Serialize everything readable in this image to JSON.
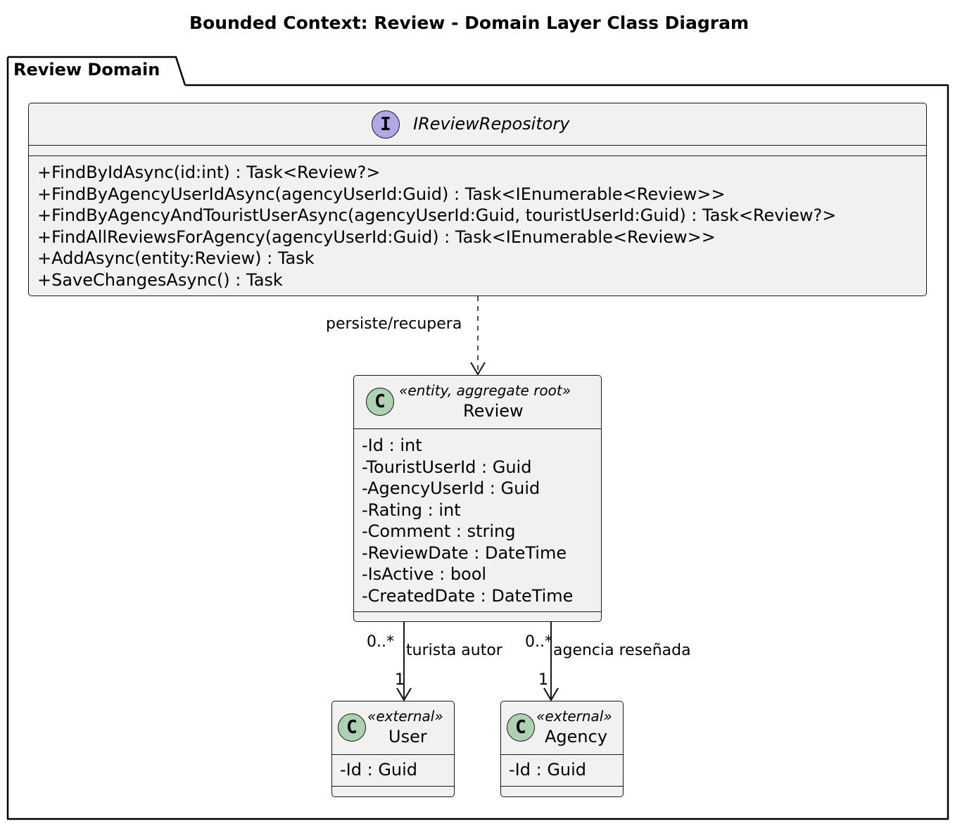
{
  "title": "Bounded Context: Review - Domain Layer Class Diagram",
  "package": {
    "name": "Review Domain"
  },
  "repository": {
    "name": "IReviewRepository",
    "kind_icon": "I",
    "kind_color": "#b4a7e5",
    "methods": [
      "+FindByIdAsync(id:int) : Task<Review?>",
      "+FindByAgencyUserIdAsync(agencyUserId:Guid) : Task<IEnumerable<Review>>",
      "+FindByAgencyAndTouristUserAsync(agencyUserId:Guid, touristUserId:Guid) : Task<Review?>",
      "+FindAllReviewsForAgency(agencyUserId:Guid) : Task<IEnumerable<Review>>",
      "+AddAsync(entity:Review) : Task",
      "+SaveChangesAsync() : Task"
    ]
  },
  "review": {
    "name": "Review",
    "stereotype": "«entity, aggregate root»",
    "kind_icon": "C",
    "kind_color": "#add1b2",
    "fields": [
      "-Id : int",
      "-TouristUserId : Guid",
      "-AgencyUserId : Guid",
      "-Rating : int",
      "-Comment : string",
      "-ReviewDate : DateTime",
      "-IsActive : bool",
      "-CreatedDate : DateTime"
    ]
  },
  "user": {
    "name": "User",
    "stereotype": "«external»",
    "kind_icon": "C",
    "fields": [
      "-Id : Guid"
    ]
  },
  "agency": {
    "name": "Agency",
    "stereotype": "«external»",
    "kind_icon": "C",
    "fields": [
      "-Id : Guid"
    ]
  },
  "relations": {
    "repo_review": "persiste/recupera",
    "review_user": {
      "label": "turista autor",
      "source_mult": "0..*",
      "target_mult": "1"
    },
    "review_agency": {
      "label": "agencia reseñada",
      "source_mult": "0..*",
      "target_mult": "1"
    }
  }
}
